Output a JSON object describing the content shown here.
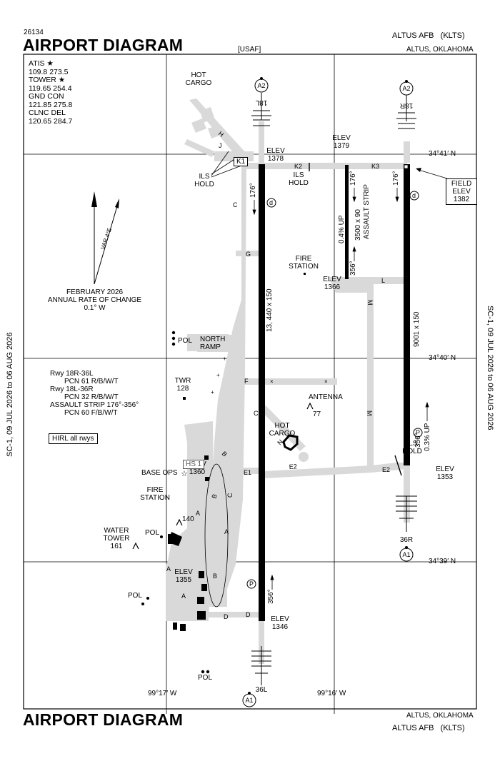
{
  "header": {
    "chart_id": "26134",
    "title": "AIRPORT DIAGRAM",
    "operator": "[USAF]",
    "airport": "ALTUS AFB",
    "ident": "(KLTS)",
    "location": "ALTUS, OKLAHOMA"
  },
  "footer": {
    "title": "AIRPORT DIAGRAM",
    "location": "ALTUS, OKLAHOMA",
    "airport": "ALTUS AFB",
    "ident": "(KLTS)"
  },
  "side_label": "SC-1, 09 JUL 2026  to  06 AUG 2026",
  "frequencies": [
    {
      "name": "ATIS ★",
      "values": "109.8  273.5"
    },
    {
      "name": "TOWER ★",
      "values": "119.65  254.4"
    },
    {
      "name": "GND CON",
      "values": "121.85  275.8"
    },
    {
      "name": "CLNC DEL",
      "values": "120.65  284.7"
    }
  ],
  "variation": {
    "var": "VAR 4°E",
    "date_line": "FEBRUARY 2026",
    "rate_line": "ANNUAL RATE OF CHANGE",
    "rate": "0.1° W"
  },
  "pcn": {
    "lines": [
      "Rwy 18R-36L",
      "PCN 61 R/B/W/T",
      "Rwy 18L-36R",
      "PCN 32 R/B/W/T",
      "ASSAULT STRIP 176°-356°",
      "PCN 60 F/B/W/T"
    ],
    "hirl": "HIRL all rwys"
  },
  "coords": {
    "lat_top": "34°41′ N",
    "lat_mid": "34°40′ N",
    "lat_bot": "34°39′ N",
    "lon_left": "99°17′ W",
    "lon_right": "99°16′ W"
  },
  "labels": {
    "hot_cargo": "HOT CARGO",
    "hot_cargo_2": "HOT CARGO",
    "ils_hold_1": "ILS HOLD",
    "ils_hold_2": "ILS HOLD",
    "ils_hold_3": "ILS HOLD",
    "elev_1378": "ELEV 1378",
    "elev_1379": "ELEV 1379",
    "elev_1366": "ELEV 1366",
    "elev_1360": "ELEV 1360",
    "elev_1355": "ELEV 1355",
    "elev_1346": "ELEV 1346",
    "elev_1353": "ELEV 1353",
    "field_elev": "FIELD ELEV 1382",
    "fire_station_1": "FIRE STATION",
    "fire_station_2": "FIRE STATION",
    "base_ops": "BASE OPS",
    "antenna": "ANTENNA",
    "antenna_elev": "77",
    "obst_140": "140",
    "water_tower": "WATER TOWER",
    "water_tower_elev": "161",
    "twr": "TWR",
    "twr_elev": "128",
    "pol_1": "POL",
    "pol_2": "POL",
    "pol_3": "POL",
    "pol_4": "POL",
    "north_ramp": "NORTH RAMP",
    "hs1": "HS 1",
    "rwy_left_dims": "13, 440 x 150",
    "rwy_right_dims": "9001 x 150",
    "assault_dims": "3500 x 90",
    "assault_strip": "ASSAULT STRIP",
    "assault_slope": "0.4% UP",
    "rwy_right_slope": "0.3% UP",
    "hdg_176_a": "176°",
    "hdg_176_b": "176°",
    "hdg_176_c": "176°",
    "hdg_356_a": "356°",
    "hdg_356_b": "356°",
    "hdg_356_c": "356°",
    "rwy_18R": "18R",
    "rwy_18L": "18L",
    "rwy_36L": "36L",
    "rwy_36R": "36R",
    "a2_a": "A2",
    "a2_b": "A2",
    "a1_a": "A1",
    "a1_b": "A1",
    "twy": {
      "H": "H",
      "J": "J",
      "K1": "K1",
      "K2": "K2",
      "K3": "K3",
      "C1": "C",
      "C2": "C",
      "C3": "C",
      "G": "G",
      "F": "F",
      "L": "L",
      "M1": "M",
      "M2": "M",
      "N": "N",
      "B1": "B",
      "B2": "B",
      "B3": "B",
      "A1": "A",
      "A2": "A",
      "A3": "A",
      "A4": "A",
      "E1": "E1",
      "E2a": "E2",
      "E2b": "E2",
      "D1": "D",
      "D2": "D",
      "d1": "d",
      "d2": "d",
      "P1": "P",
      "P2": "P"
    }
  }
}
